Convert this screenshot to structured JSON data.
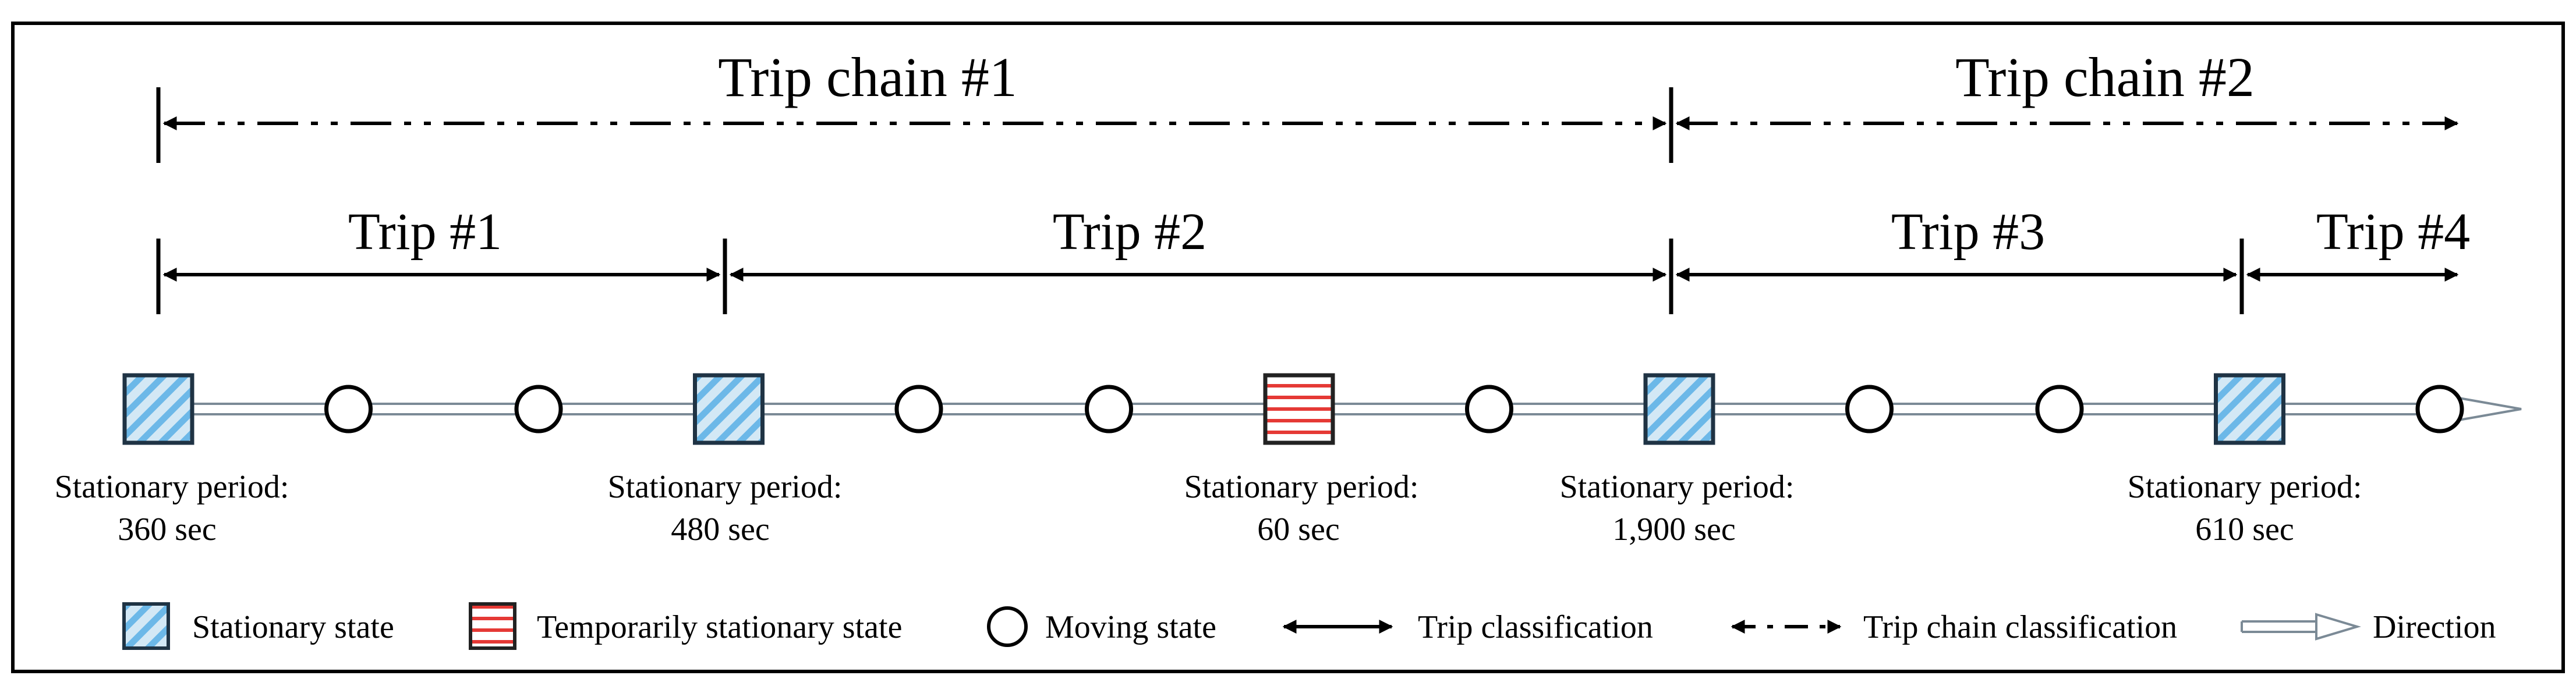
{
  "trip_chains": [
    {
      "label": "Trip chain #1"
    },
    {
      "label": "Trip chain #2"
    }
  ],
  "trips": [
    {
      "label": "Trip #1"
    },
    {
      "label": "Trip #2"
    },
    {
      "label": "Trip #3"
    },
    {
      "label": "Trip #4"
    }
  ],
  "timeline": {
    "states": [
      "stationary",
      "moving",
      "moving",
      "stationary",
      "moving",
      "moving",
      "temporary",
      "moving",
      "stationary",
      "moving",
      "moving",
      "stationary",
      "moving"
    ]
  },
  "stationary_periods": [
    {
      "title": "Stationary period:",
      "value": "360 sec"
    },
    {
      "title": "Stationary period:",
      "value": "480 sec"
    },
    {
      "title": "Stationary period:",
      "value": "60 sec"
    },
    {
      "title": "Stationary period:",
      "value": "1,900 sec"
    },
    {
      "title": "Stationary period:",
      "value": "610 sec"
    }
  ],
  "legend": {
    "stationary": "Stationary state",
    "temporary": "Temporarily  stationary state",
    "moving": "Moving state",
    "trip": "Trip  classification",
    "trip_chain": "Trip  chain classification",
    "direction": "Direction"
  },
  "colors": {
    "stationary_fill": "#bcdcf0",
    "stationary_hatch": "#5fb2e6",
    "temporary_hatch": "#e53935",
    "line": "#000000",
    "track": "#8fa6b8"
  }
}
